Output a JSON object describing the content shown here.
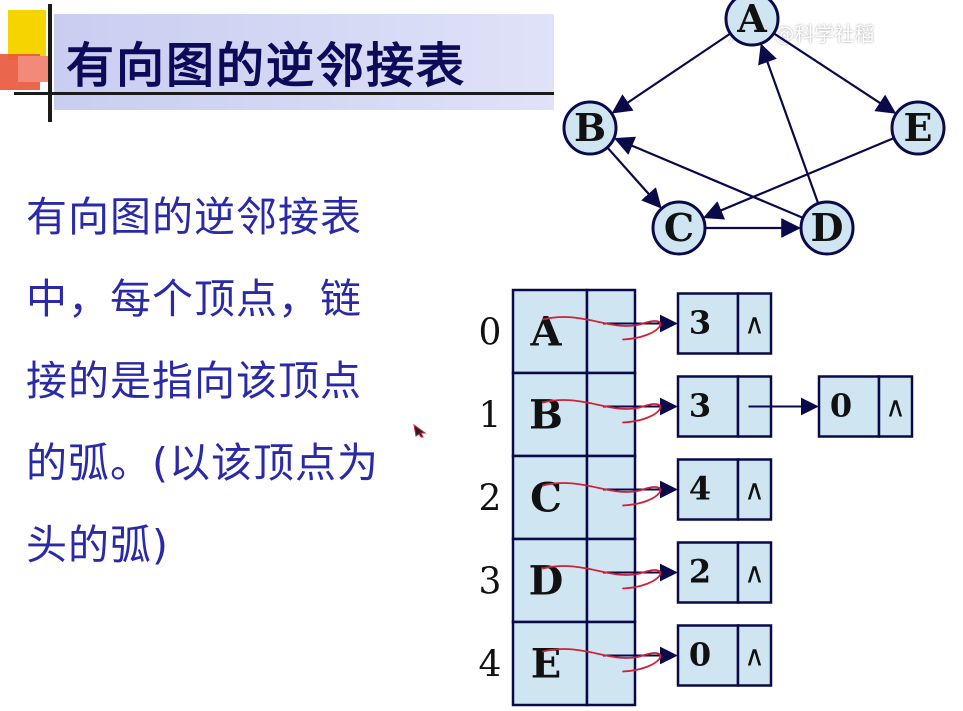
{
  "slide": {
    "title": "有向图的逆邻接表",
    "body_lines": [
      "有向图的逆邻接表",
      "中，每个顶点，链",
      "接的是指向该顶点",
      "的弧。(以该顶点为",
      "头的弧)"
    ],
    "watermark": "知乎 @科学社稻"
  },
  "graph": {
    "vertices": [
      "A",
      "B",
      "C",
      "D",
      "E"
    ],
    "edges": [
      [
        "A",
        "B"
      ],
      [
        "A",
        "E"
      ],
      [
        "B",
        "C"
      ],
      [
        "C",
        "D"
      ],
      [
        "D",
        "A"
      ],
      [
        "D",
        "B"
      ],
      [
        "E",
        "C"
      ]
    ]
  },
  "adjacency": {
    "rows": [
      {
        "index": "0",
        "vertex": "A",
        "nodes": [
          {
            "value": "3",
            "link": "∧"
          }
        ]
      },
      {
        "index": "1",
        "vertex": "B",
        "nodes": [
          {
            "value": "3",
            "link": ""
          },
          {
            "value": "0",
            "link": "∧"
          }
        ]
      },
      {
        "index": "2",
        "vertex": "C",
        "nodes": [
          {
            "value": "4",
            "link": "∧"
          }
        ]
      },
      {
        "index": "3",
        "vertex": "D",
        "nodes": [
          {
            "value": "2",
            "link": "∧"
          }
        ]
      },
      {
        "index": "4",
        "vertex": "E",
        "nodes": [
          {
            "value": "0",
            "link": "∧"
          }
        ]
      }
    ]
  },
  "colors": {
    "title": "#0b0b5a",
    "body": "#2a2aa8",
    "node_fill": "#cfe6f2",
    "stroke": "#0a0a4a",
    "annotation": "#d0203a"
  }
}
